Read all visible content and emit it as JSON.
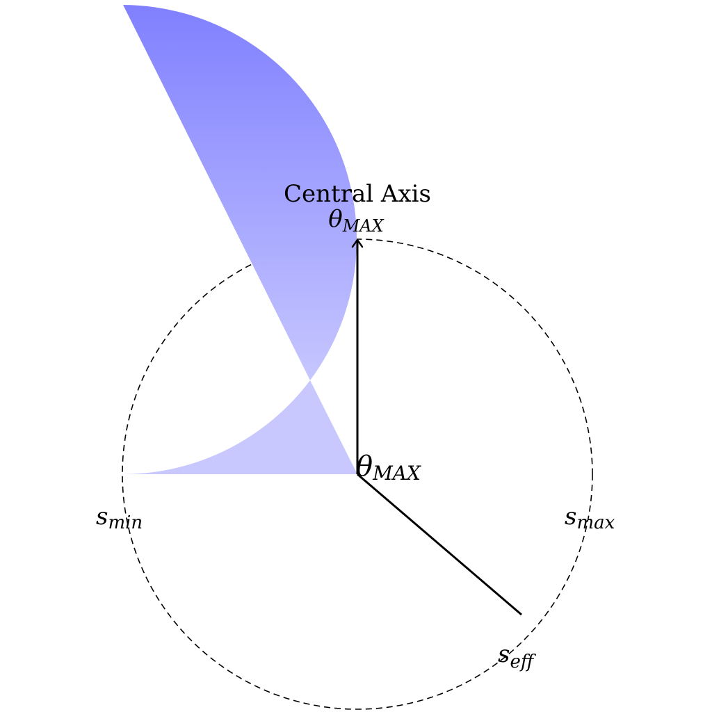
{
  "diagram": {
    "title_label": "Central Axis",
    "axis_top_label": {
      "base": "θ",
      "sub": "MAX"
    },
    "center_label": {
      "base": "θ",
      "sub": "MAX"
    },
    "left_label": {
      "base": "s",
      "sub": "min"
    },
    "right_label": {
      "base": "s",
      "sub": "max"
    },
    "bottom_label": {
      "base": "s",
      "sub": "eff"
    }
  },
  "colors": {
    "wedge_top": "#8080ff",
    "wedge_bottom": "#c6c6ff",
    "circle_stroke": "#000000",
    "axis_stroke": "#000000"
  }
}
